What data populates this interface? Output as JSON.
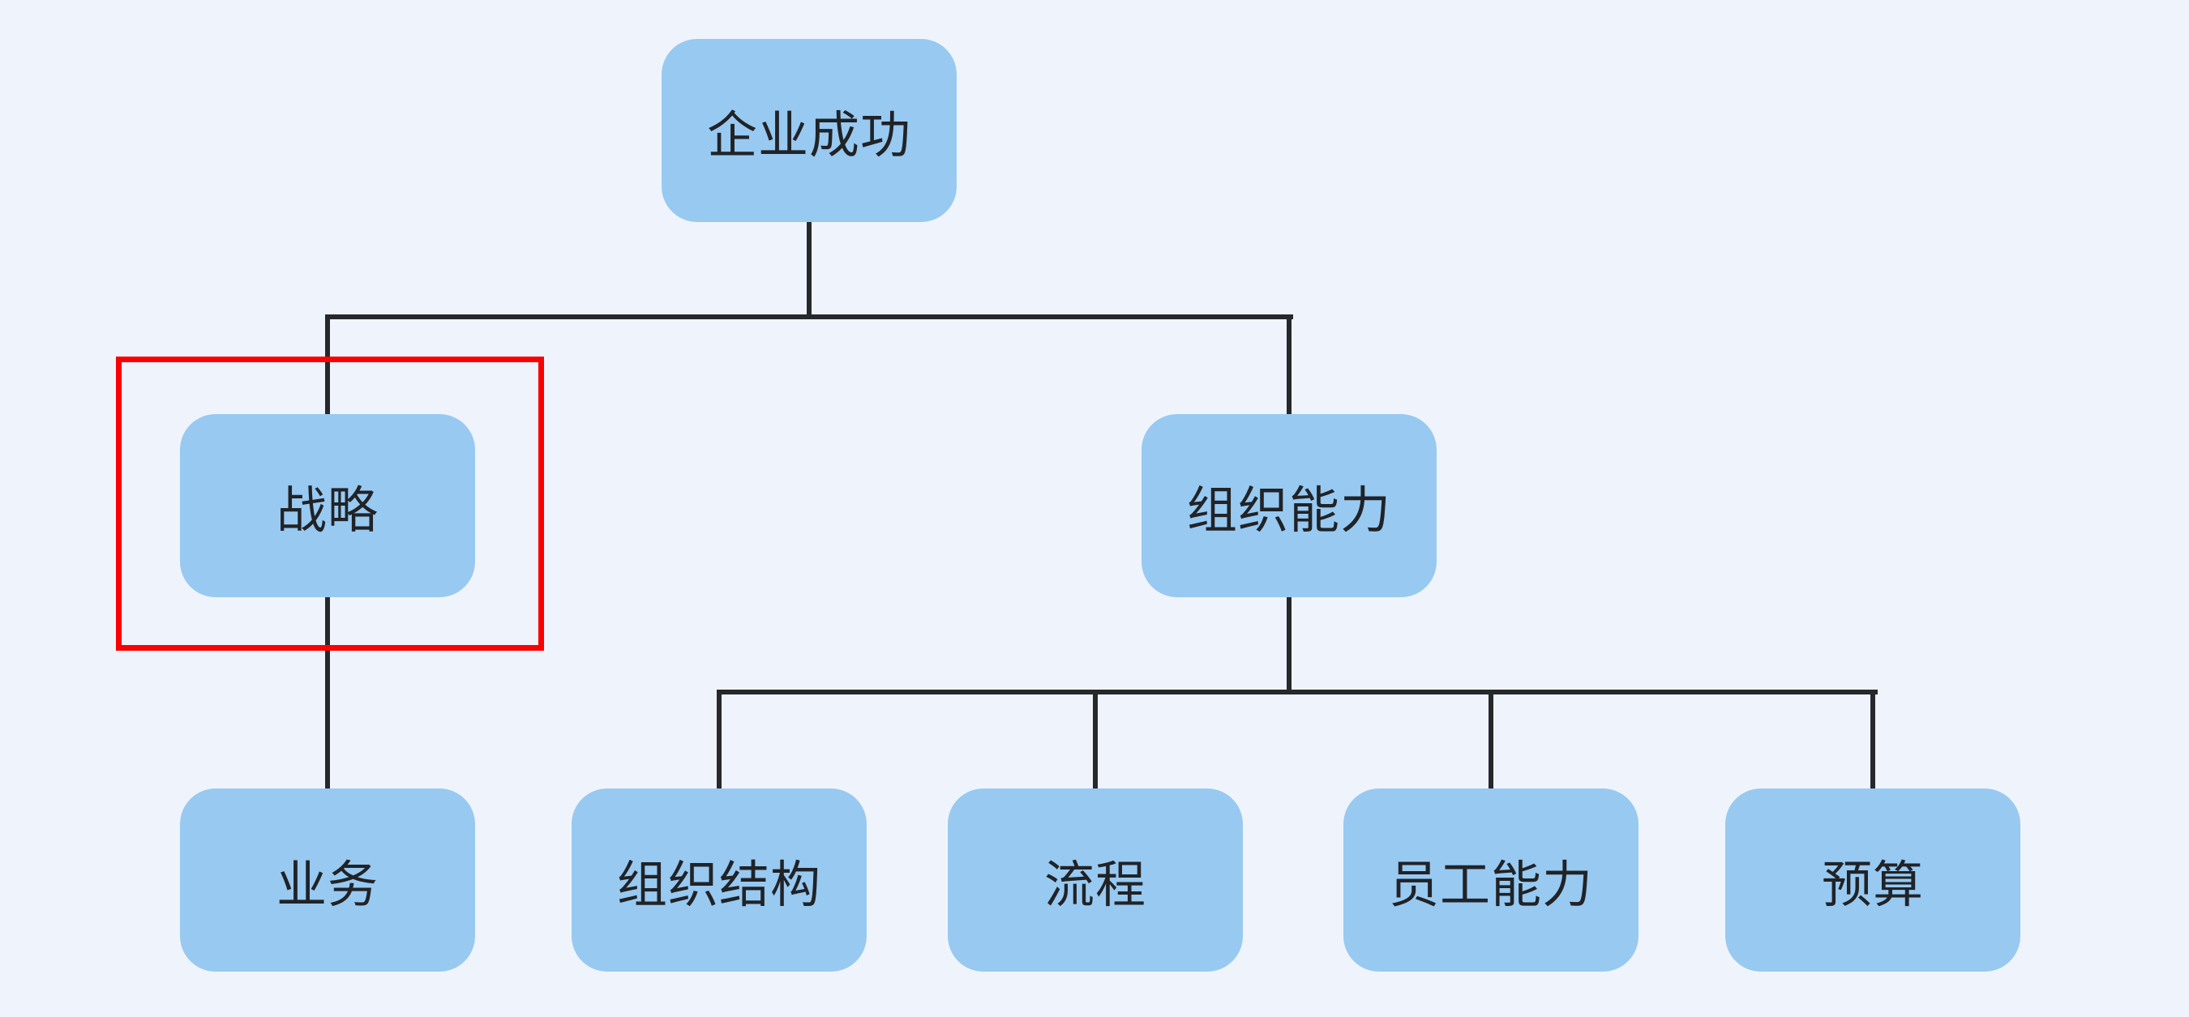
{
  "diagram": {
    "type": "tree-flowchart",
    "background_color": "#EFF4FC",
    "node_fill_color": "#98C9F1",
    "edge_color": "#26282B",
    "text_color": "#202327",
    "highlight_color": "#FA0000",
    "nodes": [
      {
        "id": "enterprise-success",
        "label": "企业成功",
        "level": 0
      },
      {
        "id": "strategy",
        "label": "战略",
        "level": 1,
        "highlighted": true
      },
      {
        "id": "org-capability",
        "label": "组织能力",
        "level": 1
      },
      {
        "id": "business",
        "label": "业务",
        "level": 2
      },
      {
        "id": "org-structure",
        "label": "组织结构",
        "level": 2
      },
      {
        "id": "process",
        "label": "流程",
        "level": 2
      },
      {
        "id": "staff-capability",
        "label": "员工能力",
        "level": 2
      },
      {
        "id": "budget",
        "label": "预算",
        "level": 2
      }
    ],
    "edges": [
      {
        "from": "企业成功",
        "to": "战略"
      },
      {
        "from": "企业成功",
        "to": "组织能力"
      },
      {
        "from": "战略",
        "to": "业务"
      },
      {
        "from": "组织能力",
        "to": "组织结构"
      },
      {
        "from": "组织能力",
        "to": "流程"
      },
      {
        "from": "组织能力",
        "to": "员工能力"
      },
      {
        "from": "组织能力",
        "to": "预算"
      }
    ],
    "annotation": {
      "shape": "rectangle",
      "color": "#FA0000",
      "target": "战略"
    }
  }
}
